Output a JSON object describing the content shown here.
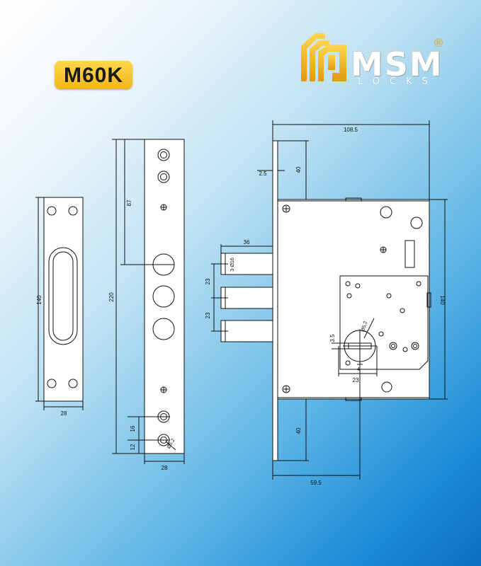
{
  "header": {
    "model": "M60K",
    "brand": "MSM",
    "brand_sub": "LOCKS",
    "registered": "®"
  },
  "strike_plate": {
    "height_label": "140",
    "width_label": "28"
  },
  "faceplate": {
    "height_label": "220",
    "top_offset_label": "87",
    "hole_spacing_label": "16",
    "bottom_offset_label": "12",
    "screw_label": "Ø5.2",
    "width_label": "28"
  },
  "lock_body": {
    "width_label": "108.5",
    "backset_label": "59.5",
    "height_label": "140",
    "top_faceplate_label": "40",
    "bottom_faceplate_label": "40",
    "faceplate_thickness_label": "2.5",
    "bolt_throw_label": "36",
    "bolt_spec_label": "3-Ø16",
    "bolt_pitch_1_label": "23",
    "bolt_pitch_2_label": "23",
    "cylinder_offset_label": "3.5",
    "cylinder_screw_label": "Ø5.2",
    "cylinder_width_label": "23",
    "cylinder_inner_label": "4"
  },
  "colors": {
    "badge": "#f3b51c",
    "logo_gold": "#e3a81a",
    "line": "#111111"
  }
}
